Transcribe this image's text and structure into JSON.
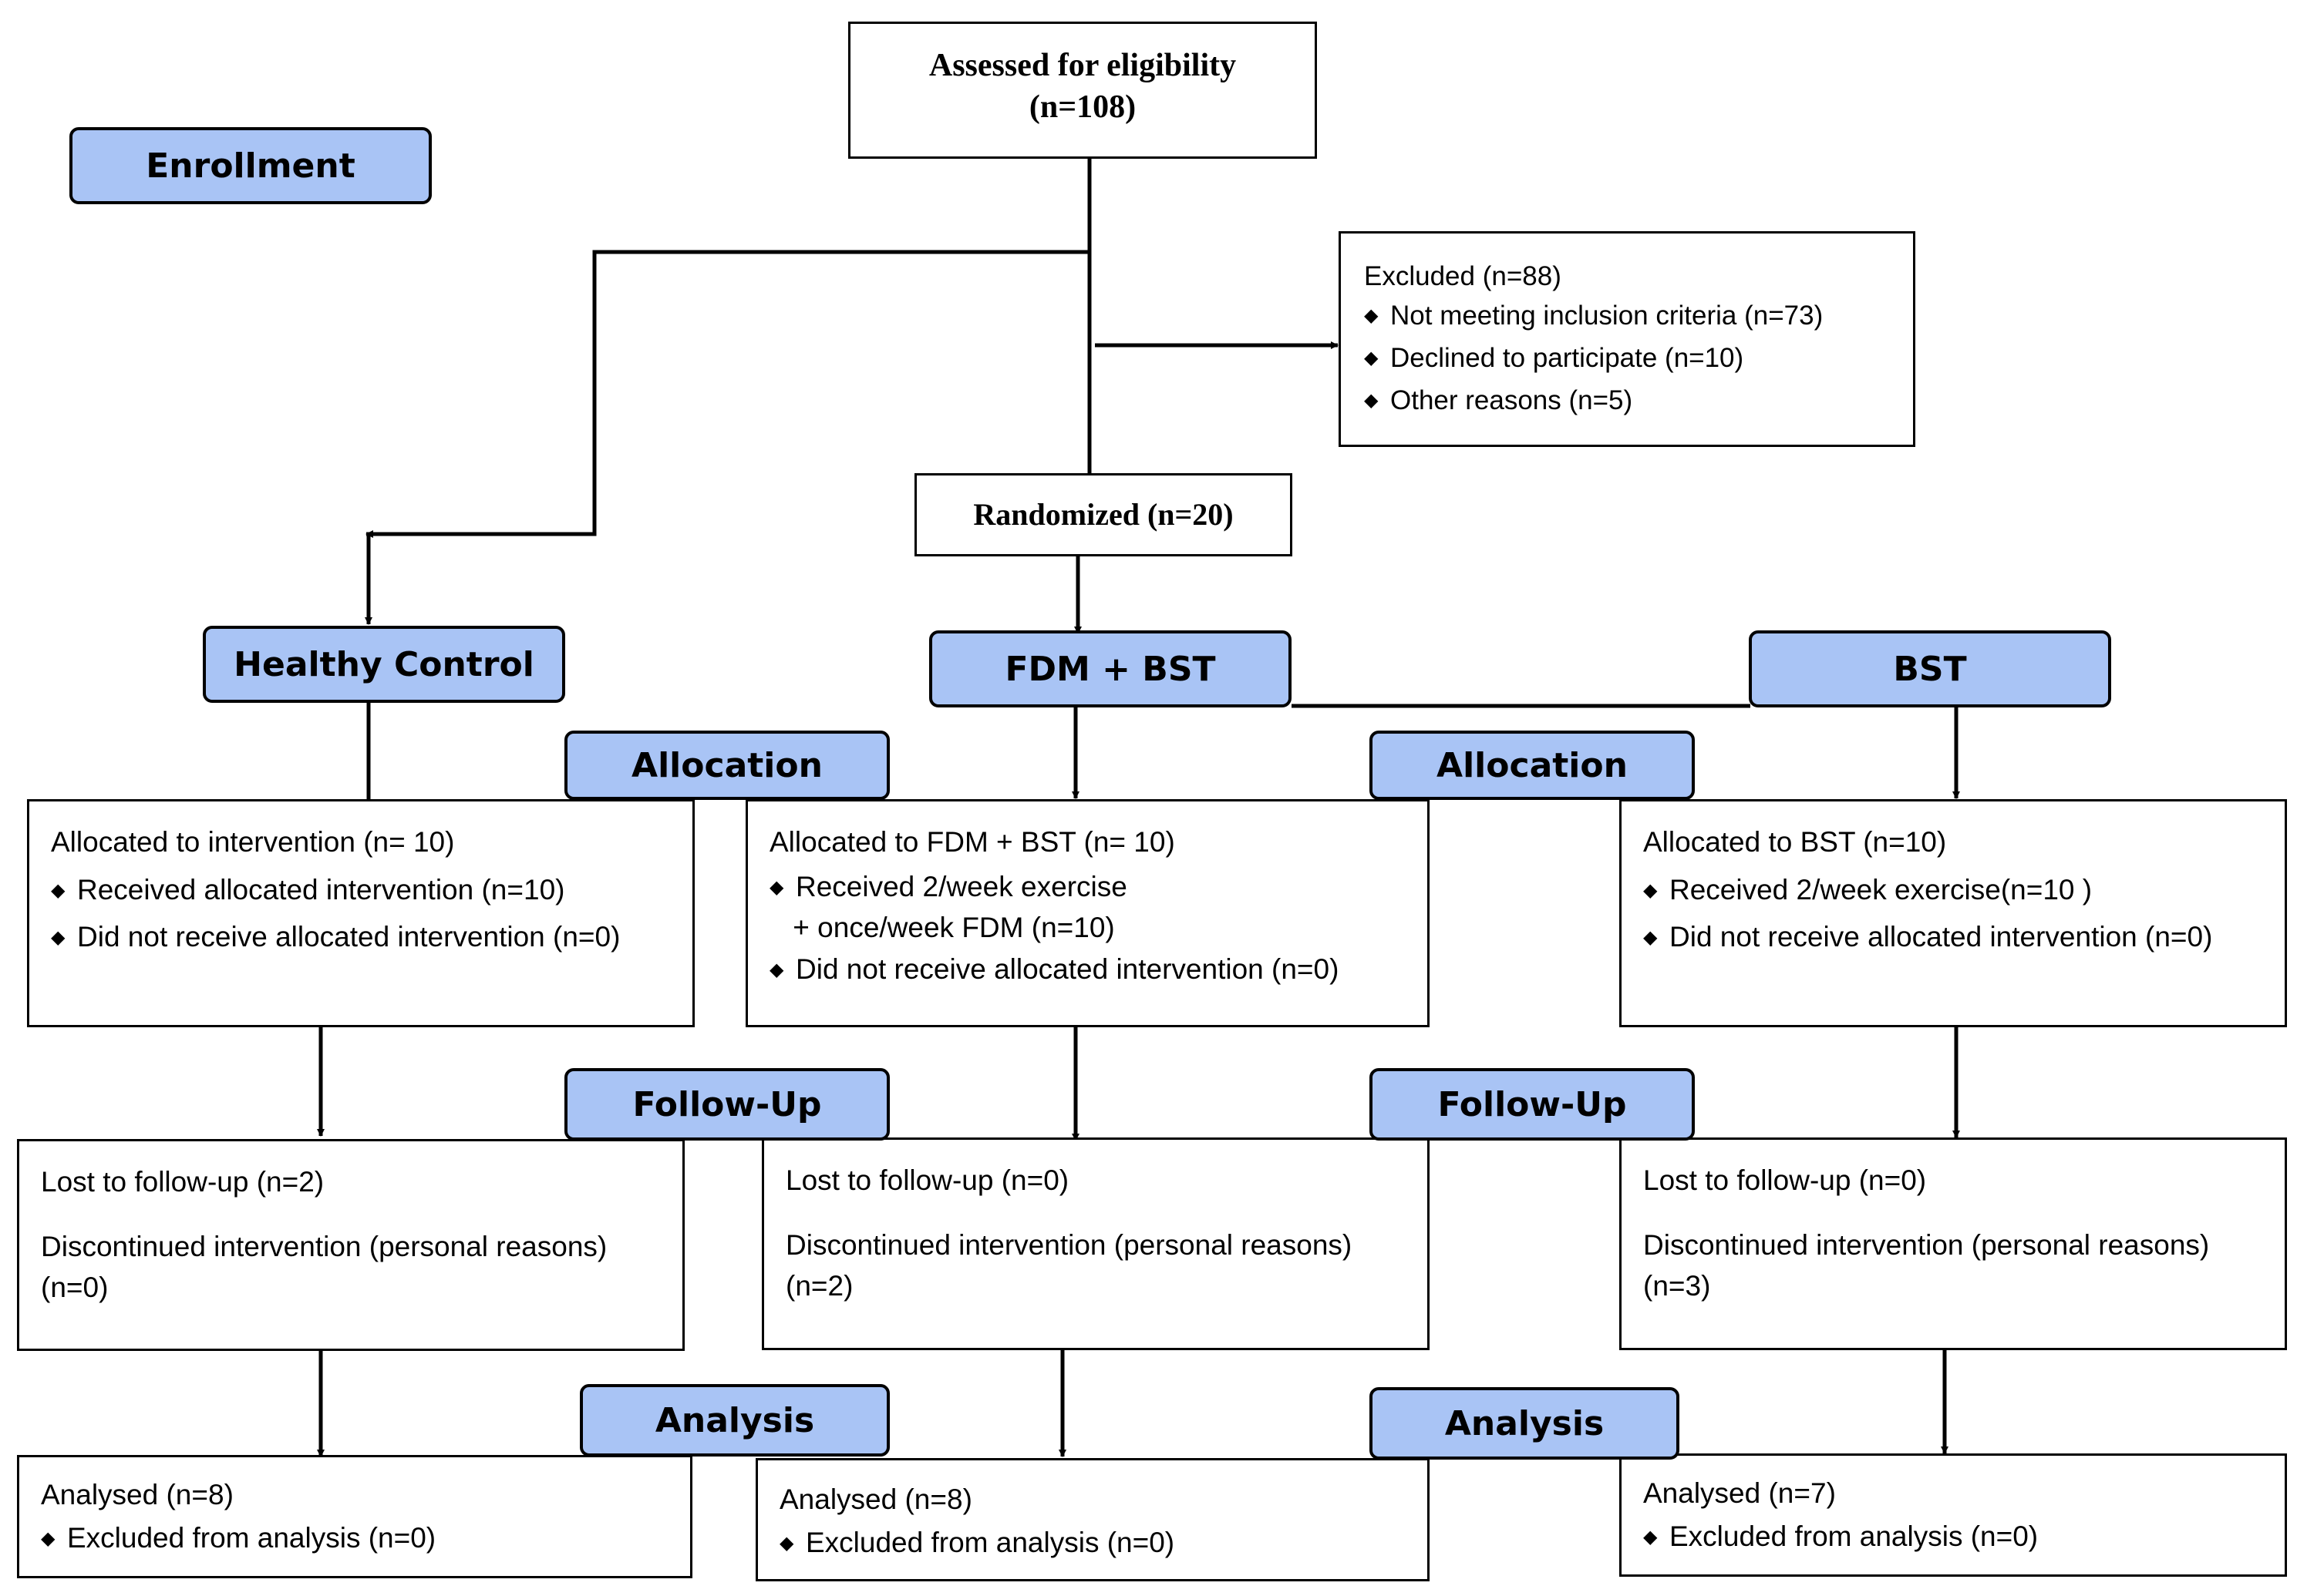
{
  "phases": {
    "enrollment": "Enrollment",
    "allocation": "Allocation",
    "follow_up": "Follow-Up",
    "analysis": "Analysis"
  },
  "assessed": {
    "line1": "Assessed for eligibility",
    "line2": "(n=108)"
  },
  "excluded": {
    "title": "Excluded (n=88)",
    "items": [
      "Not meeting inclusion criteria (n=73)",
      "Declined to participate (n=10)",
      "Other reasons (n=5)"
    ]
  },
  "randomized": "Randomized (n=20)",
  "groups": {
    "healthy": "Healthy Control",
    "fdm_bst": "FDM + BST",
    "bst": "BST"
  },
  "allocation": {
    "healthy": {
      "title": "Allocated to intervention (n= 10)",
      "items": [
        "Received allocated intervention (n=10)",
        "Did not receive allocated intervention (n=0)"
      ]
    },
    "fdm_bst": {
      "title": "Allocated to FDM + BST (n= 10)",
      "item1": "Received 2/week exercise",
      "item1b": " + once/week FDM (n=10)",
      "item2": "Did not receive allocated intervention (n=0)"
    },
    "bst": {
      "title": "Allocated to BST (n=10)",
      "items": [
        "Received 2/week exercise(n=10 )",
        "Did not receive allocated intervention (n=0)"
      ]
    }
  },
  "follow_up": {
    "healthy": {
      "lost": "Lost to follow-up (n=2)",
      "disc": "Discontinued intervention (personal reasons)",
      "disc_n": "(n=0)"
    },
    "fdm_bst": {
      "lost": "Lost to follow-up (n=0)",
      "disc": "Discontinued intervention (personal reasons)",
      "disc_n": "(n=2)"
    },
    "bst": {
      "lost": "Lost to follow-up (n=0)",
      "disc": "Discontinued intervention (personal reasons)",
      "disc_n": "(n=3)"
    }
  },
  "analysis": {
    "healthy": {
      "analysed": "Analysed (n=8)",
      "excluded": "Excluded from analysis (n=0)"
    },
    "fdm_bst": {
      "analysed": "Analysed (n=8)",
      "excluded": "Excluded from analysis (n=0)"
    },
    "bst": {
      "analysed": "Analysed (n=7)",
      "excluded": "Excluded from analysis (n=0)"
    }
  },
  "bullet_glyph": "◆"
}
